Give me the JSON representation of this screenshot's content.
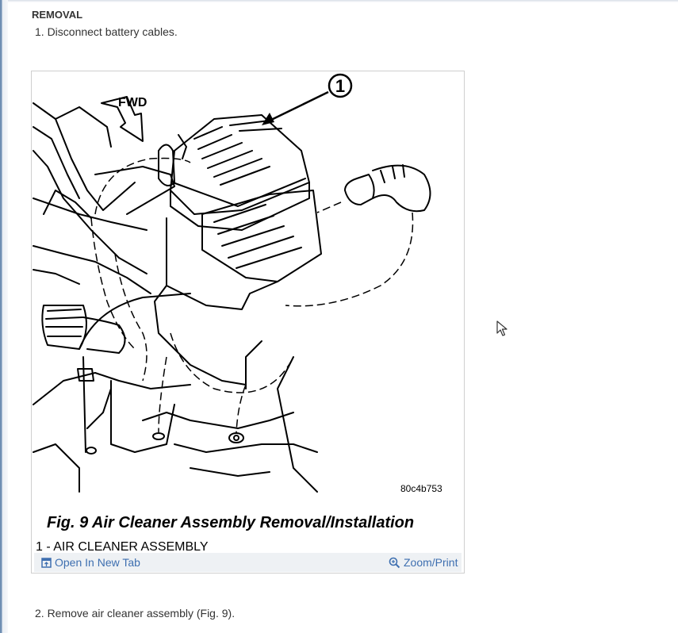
{
  "section": {
    "heading": "REMOVAL"
  },
  "steps": [
    "1. Disconnect battery cables.",
    "2. Remove air cleaner assembly (Fig. 9)."
  ],
  "figure": {
    "fwd_label": "FWD",
    "callout": "1",
    "code": "80c4b753",
    "caption": "Fig. 9 Air Cleaner Assembly Removal/Installation",
    "legend": "1 - AIR CLEANER ASSEMBLY"
  },
  "toolbar": {
    "open_new_tab": "Open In New Tab",
    "zoom_print": "Zoom/Print"
  },
  "colors": {
    "link": "#3e6fb0",
    "toolbar_bg": "#eef1f4"
  },
  "icons": {
    "open": "open-new-tab-icon",
    "zoom": "zoom-icon",
    "cursor": "mouse-cursor-icon"
  }
}
